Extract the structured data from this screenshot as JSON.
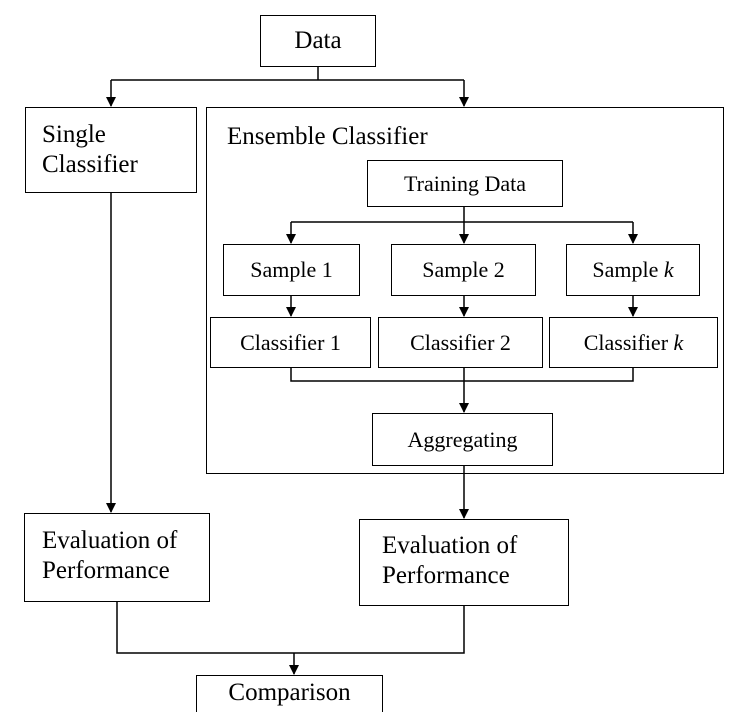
{
  "nodes": {
    "data": "Data",
    "single": "Single\nClassifier",
    "ensemble_title": "Ensemble Classifier",
    "training": "Training Data",
    "sample1": "Sample 1",
    "sample2": "Sample 2",
    "samplek_prefix": "Sample ",
    "samplek_var": "k",
    "classifier1": "Classifier 1",
    "classifier2": "Classifier 2",
    "classifierk_prefix": "Classifier ",
    "classifierk_var": "k",
    "aggregating": "Aggregating",
    "eval_left": "Evaluation of\nPerformance",
    "eval_right": "Evaluation of\nPerformance",
    "comparison": "Comparison"
  }
}
